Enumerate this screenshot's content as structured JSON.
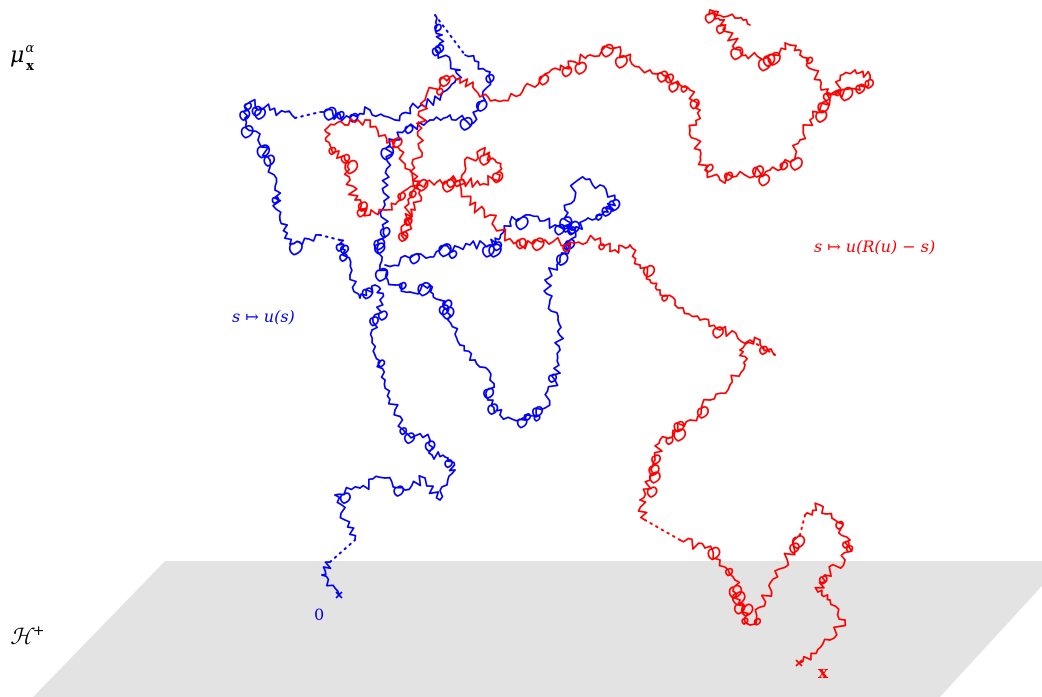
{
  "diagram": {
    "measure_label": "μ",
    "measure_superscript": "α",
    "measure_subscript": "x",
    "halfspace_label": "ℋ",
    "halfspace_superscript": "+",
    "forward_path_label": "s ↦ u(s)",
    "reverse_path_label": "s ↦ u(R(u) − s)",
    "origin_label": "0",
    "endpoint_label": "x",
    "colors": {
      "forward": "#0000ff",
      "reverse": "#ff0000",
      "plane": "#e3e3e3",
      "text": "#000000"
    }
  }
}
